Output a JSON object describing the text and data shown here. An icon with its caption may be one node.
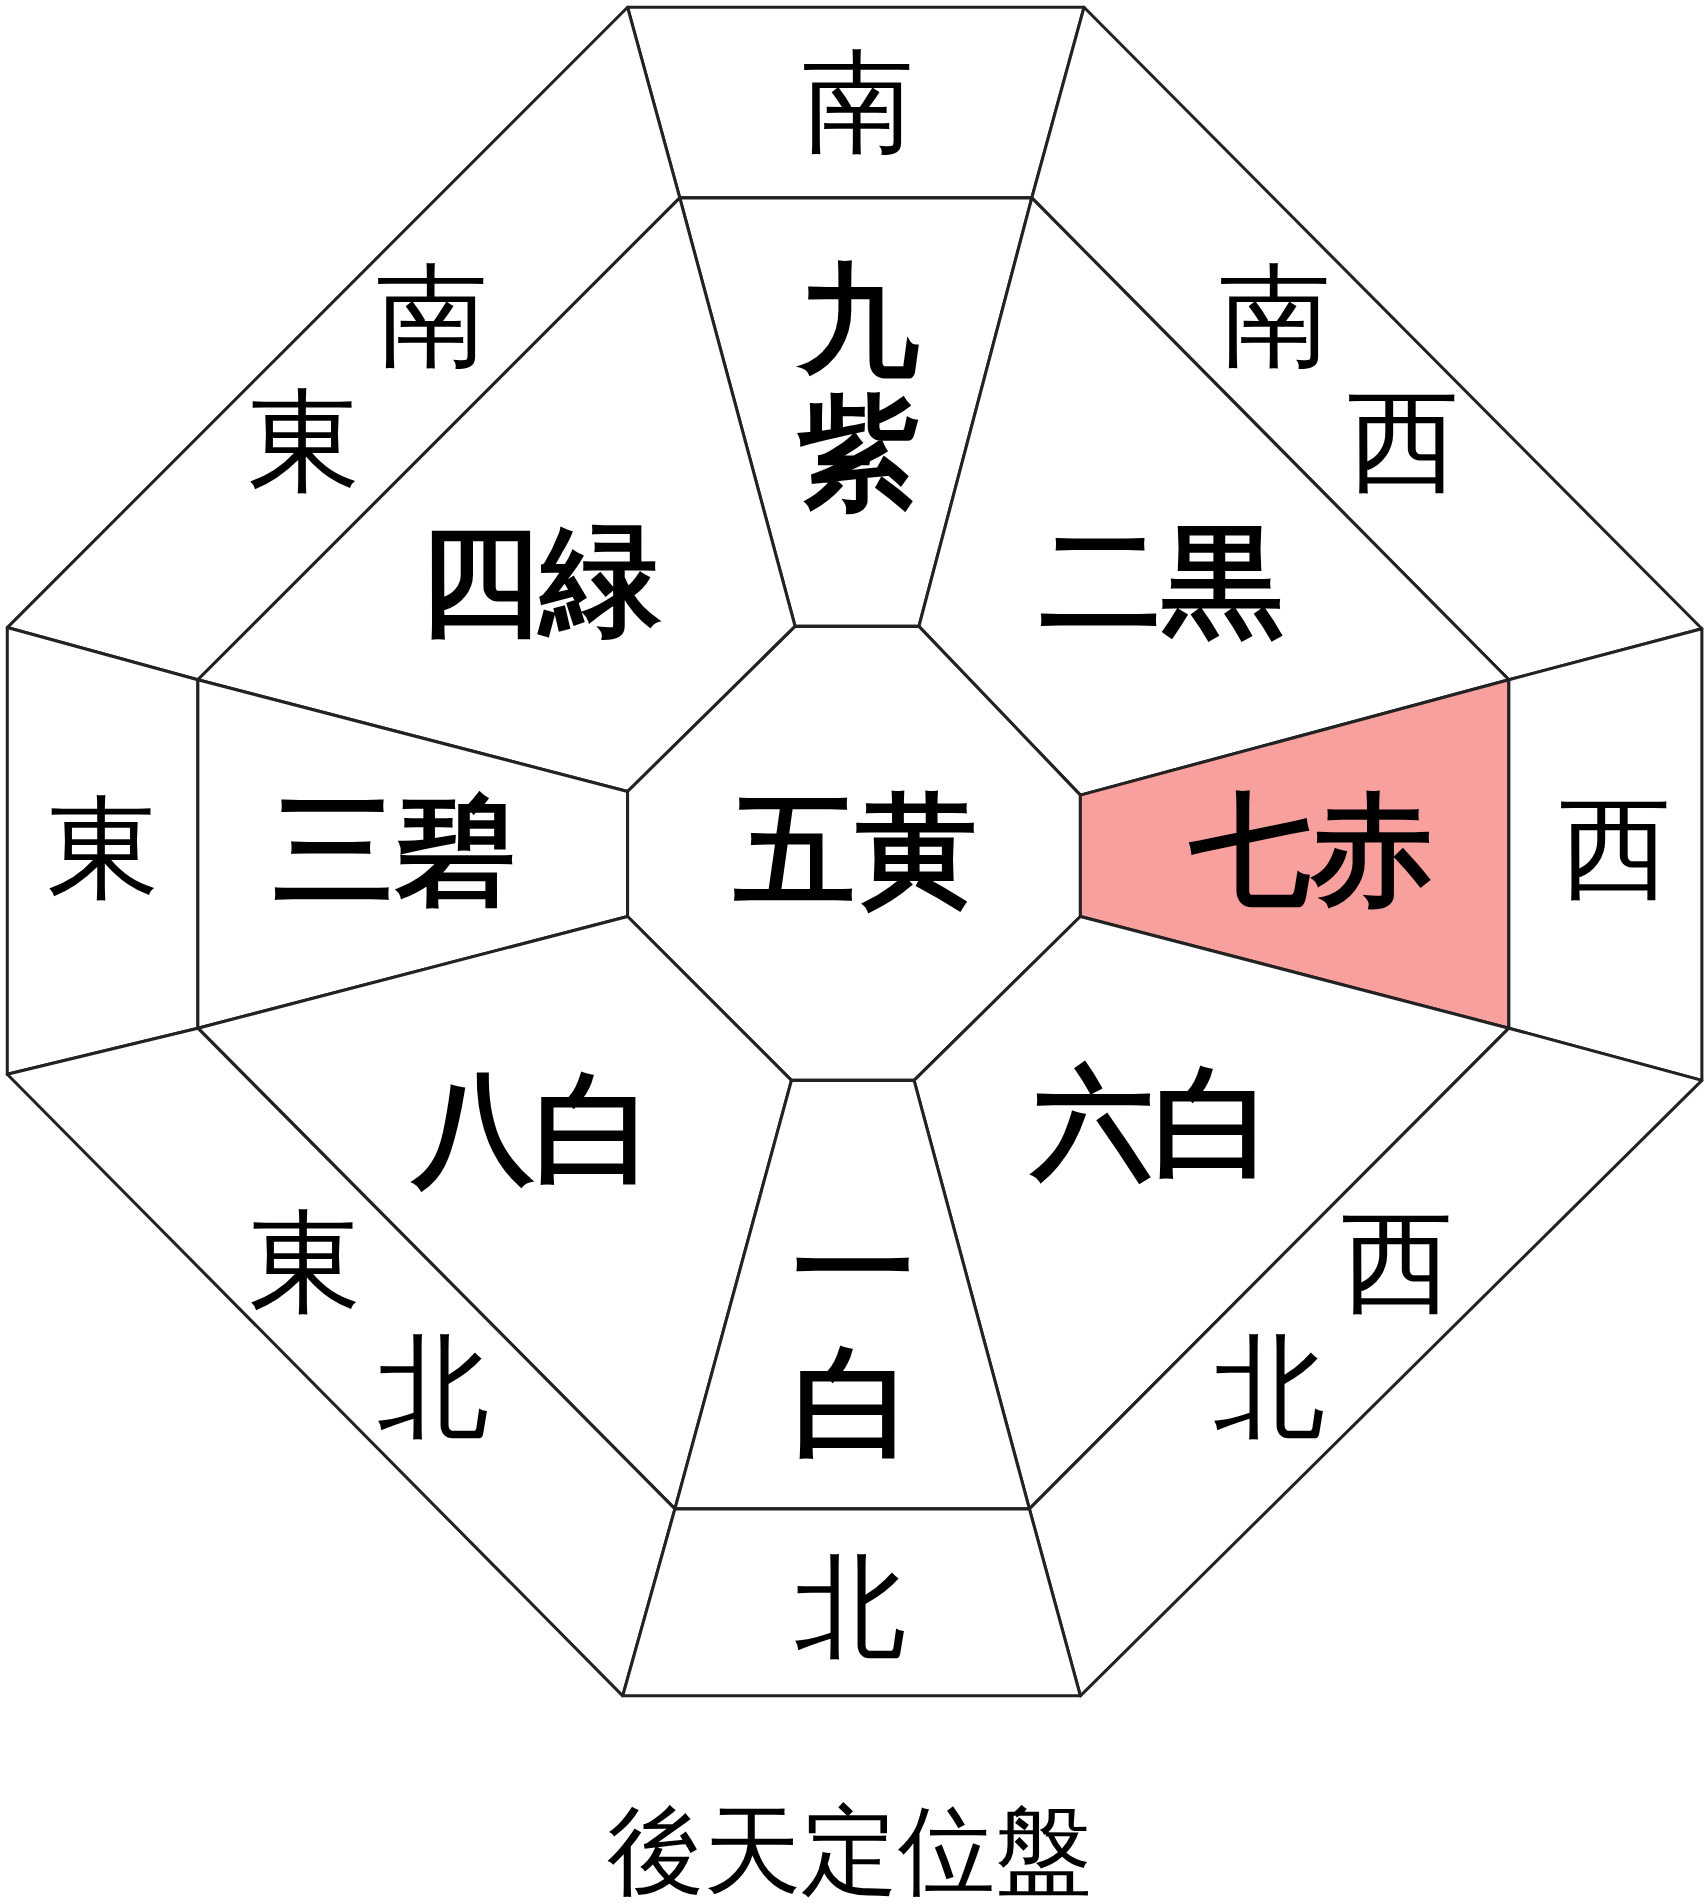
{
  "diagram": {
    "caption": "後天定位盤",
    "nodes": [
      {
        "text": [
          "南"
        ]
      },
      {
        "text": [
          "南東"
        ]
      },
      {
        "text": [
          "九紫"
        ]
      },
      {
        "text": [
          "南西"
        ]
      },
      {
        "text": [
          "四緑"
        ]
      },
      {
        "text": [
          "二黒"
        ]
      },
      {
        "text": [
          "東"
        ]
      },
      {
        "text": [
          "三碧"
        ]
      },
      {
        "text": [
          "五黄"
        ]
      },
      {
        "text": [
          "七赤"
        ]
      },
      {
        "text": [
          "西"
        ]
      },
      {
        "text": [
          "八白"
        ]
      },
      {
        "text": [
          "六白"
        ]
      },
      {
        "text": [
          "東北"
        ]
      },
      {
        "text": [
          "一白"
        ]
      },
      {
        "text": [
          "西北"
        ]
      },
      {
        "text": [
          "北"
        ]
      }
    ]
  }
}
